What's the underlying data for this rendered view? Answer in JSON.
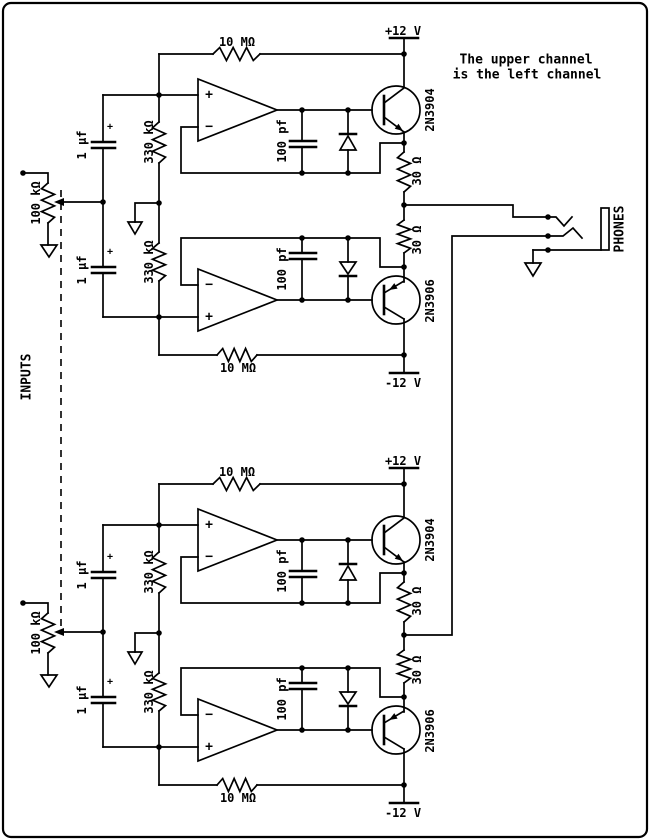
{
  "note": {
    "line1": "The upper channel",
    "line2": "is the left channel"
  },
  "io": {
    "inputs": "INPUTS",
    "phones": "PHONES"
  },
  "power": {
    "pos": "+12 V",
    "neg": "-12 V"
  },
  "parts": {
    "r_feedback": "10 MΩ",
    "r_input": "330 kΩ",
    "r_pot": "100 kΩ",
    "r_out": "30 Ω",
    "c_in": "1 µf",
    "c_comp": "100 pf",
    "q_npn": "2N3904",
    "q_pnp": "2N3906",
    "plus": "+",
    "minus": "−"
  }
}
